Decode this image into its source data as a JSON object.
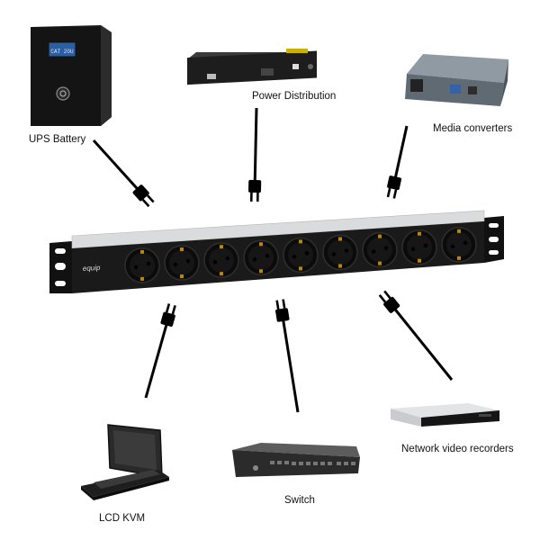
{
  "labels": {
    "ups": "UPS Battery",
    "power_distribution": "Power Distribution",
    "media_converters": "Media converters",
    "lcd_kvm": "LCD KVM",
    "switch": "Switch",
    "nvr": "Network video recorders"
  },
  "pdu": {
    "brand": "equip",
    "socket_count": 9
  },
  "ups_display": {
    "line1": "",
    "line2": "CAT 2OU"
  },
  "colors": {
    "device_black": "#1f1f1f",
    "rail_silver": "#d6d8da",
    "cable": "#000000",
    "plug_pin": "#b8860b"
  }
}
